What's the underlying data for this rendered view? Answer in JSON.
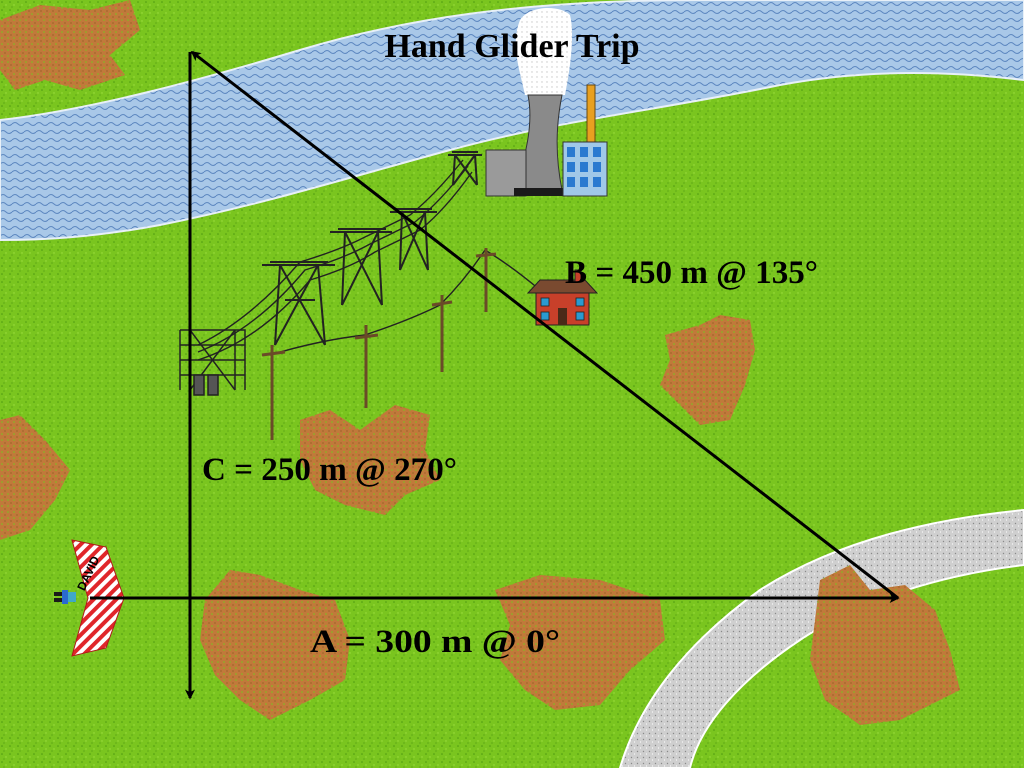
{
  "title": "Hand Glider Trip",
  "vectors": {
    "a": {
      "label": "A = 300 m @ 0°",
      "magnitude_m": 300,
      "direction_deg": 0
    },
    "b": {
      "label": "B = 450 m @ 135°",
      "magnitude_m": 450,
      "direction_deg": 135
    },
    "c": {
      "label": "C = 250 m @ 270°",
      "magnitude_m": 250,
      "direction_deg": 270
    }
  },
  "glider": {
    "wing_text": "DAVID"
  },
  "colors": {
    "grass": "#7ac51f",
    "grass_speck": "#4e9a10",
    "river": "#a9c8e8",
    "river_wave": "#5d87c0",
    "road": "#cfcfcf",
    "dirt": "#c07a3a",
    "vector": "#000000"
  },
  "icons": [
    "power-plant-icon",
    "transmission-tower-icon",
    "utility-pole-icon",
    "house-icon",
    "hang-glider-icon"
  ]
}
